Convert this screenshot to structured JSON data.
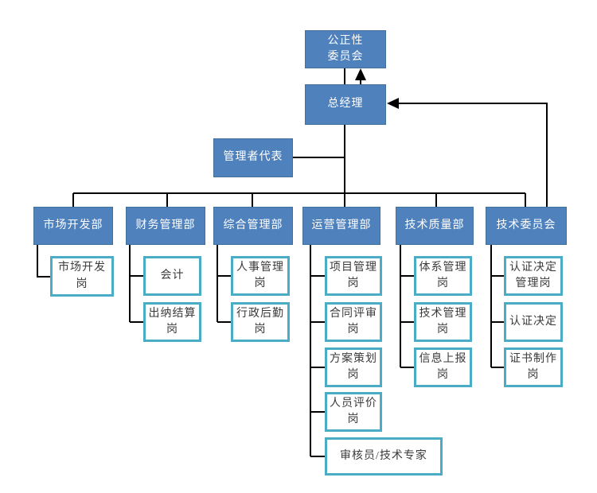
{
  "org": {
    "committee": {
      "label": "公正性\n委员会"
    },
    "general_manager": {
      "label": "总经理"
    },
    "management_rep": {
      "label": "管理者代表"
    },
    "departments": [
      {
        "label": "市场开发部",
        "children": [
          {
            "label": "市场开发\n岗"
          }
        ]
      },
      {
        "label": "财务管理部",
        "children": [
          {
            "label": "会计"
          },
          {
            "label": "出纳结算\n岗"
          }
        ]
      },
      {
        "label": "综合管理部",
        "children": [
          {
            "label": "人事管理\n岗"
          },
          {
            "label": "行政后勤\n岗"
          }
        ]
      },
      {
        "label": "运营管理部",
        "children": [
          {
            "label": "项目管理\n岗"
          },
          {
            "label": "合同评审\n岗"
          },
          {
            "label": "方案策划\n岗"
          },
          {
            "label": "人员评价\n岗"
          },
          {
            "label": "审核员/技术专家"
          }
        ]
      },
      {
        "label": "技术质量部",
        "children": [
          {
            "label": "体系管理\n岗"
          },
          {
            "label": "技术管理\n岗"
          },
          {
            "label": "信息上报\n岗"
          }
        ]
      },
      {
        "label": "技术委员会",
        "children": [
          {
            "label": "认证决定\n管理岗"
          },
          {
            "label": "认证决定"
          },
          {
            "label": "证书制作\n岗"
          }
        ]
      }
    ],
    "colors": {
      "primary_fill": "#4f81bd",
      "primary_border": "#41719c",
      "secondary_border": "#4bacc6",
      "connector": "#000000"
    }
  }
}
